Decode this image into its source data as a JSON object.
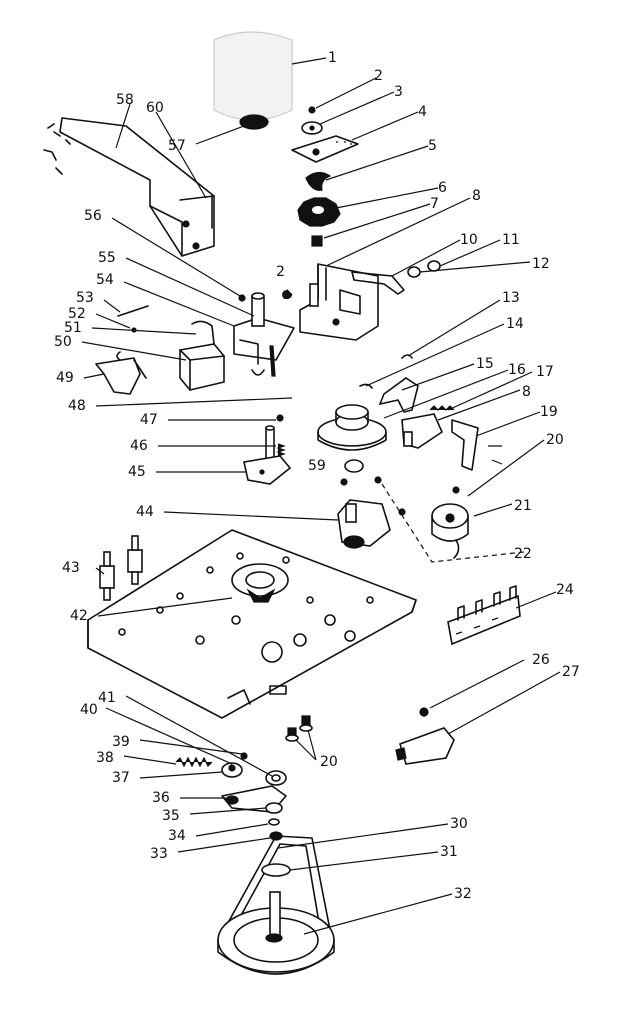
{
  "callouts": {
    "c1": "1",
    "c2a": "2",
    "c2b": "2",
    "c3": "3",
    "c4": "4",
    "c5": "5",
    "c6": "6",
    "c7": "7",
    "c8a": "8",
    "c8b": "8",
    "c10": "10",
    "c11": "11",
    "c12": "12",
    "c13": "13",
    "c14": "14",
    "c15": "15",
    "c16": "16",
    "c17": "17",
    "c19": "19",
    "c20a": "20",
    "c20b": "20",
    "c21": "21",
    "c22": "22",
    "c24": "24",
    "c26": "26",
    "c27": "27",
    "c30": "30",
    "c31": "31",
    "c32": "32",
    "c33": "33",
    "c34": "34",
    "c35": "35",
    "c36": "36",
    "c37": "37",
    "c38": "38",
    "c39": "39",
    "c40": "40",
    "c41": "41",
    "c42": "42",
    "c43": "43",
    "c44": "44",
    "c45": "45",
    "c46": "46",
    "c47": "47",
    "c48": "48",
    "c49": "49",
    "c50": "50",
    "c51": "51",
    "c52": "52",
    "c53": "53",
    "c54": "54",
    "c55": "55",
    "c56": "56",
    "c57": "57",
    "c58": "58",
    "c59": "59",
    "c60": "60"
  }
}
